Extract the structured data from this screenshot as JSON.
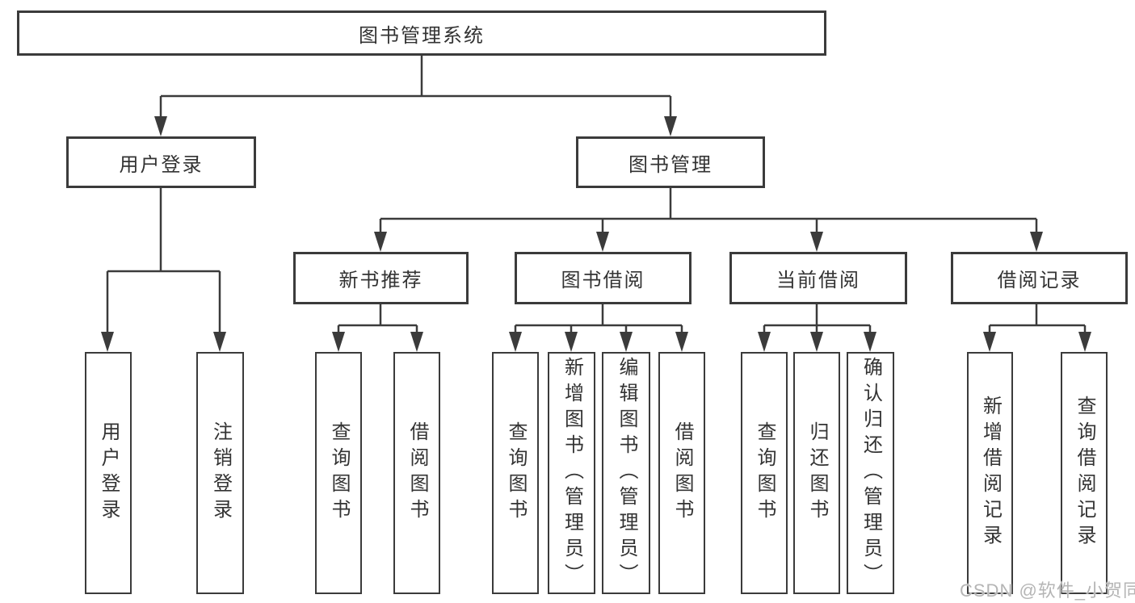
{
  "tree": {
    "root": "图书管理系统",
    "branches": [
      {
        "label": "用户登录",
        "children": [
          "用户登录",
          "注销登录"
        ]
      },
      {
        "label": "图书管理",
        "groups": [
          {
            "label": "新书推荐",
            "children": [
              "查询图书",
              "借阅图书"
            ]
          },
          {
            "label": "图书借阅",
            "children": [
              "查询图书",
              "新增图书（管理员）",
              "编辑图书（管理员）",
              "借阅图书"
            ]
          },
          {
            "label": "当前借阅",
            "children": [
              "查询图书",
              "归还图书",
              "确认归还（管理员）"
            ]
          },
          {
            "label": "借阅记录",
            "children": [
              "新增借阅记录",
              "查询借阅记录"
            ]
          }
        ]
      }
    ]
  },
  "watermark": {
    "text": "CSDN @软件_小贺同学"
  },
  "colors": {
    "line": "#3b3b3b",
    "text": "#333333",
    "watermark": "#b5b5b5",
    "background": "#ffffff"
  }
}
